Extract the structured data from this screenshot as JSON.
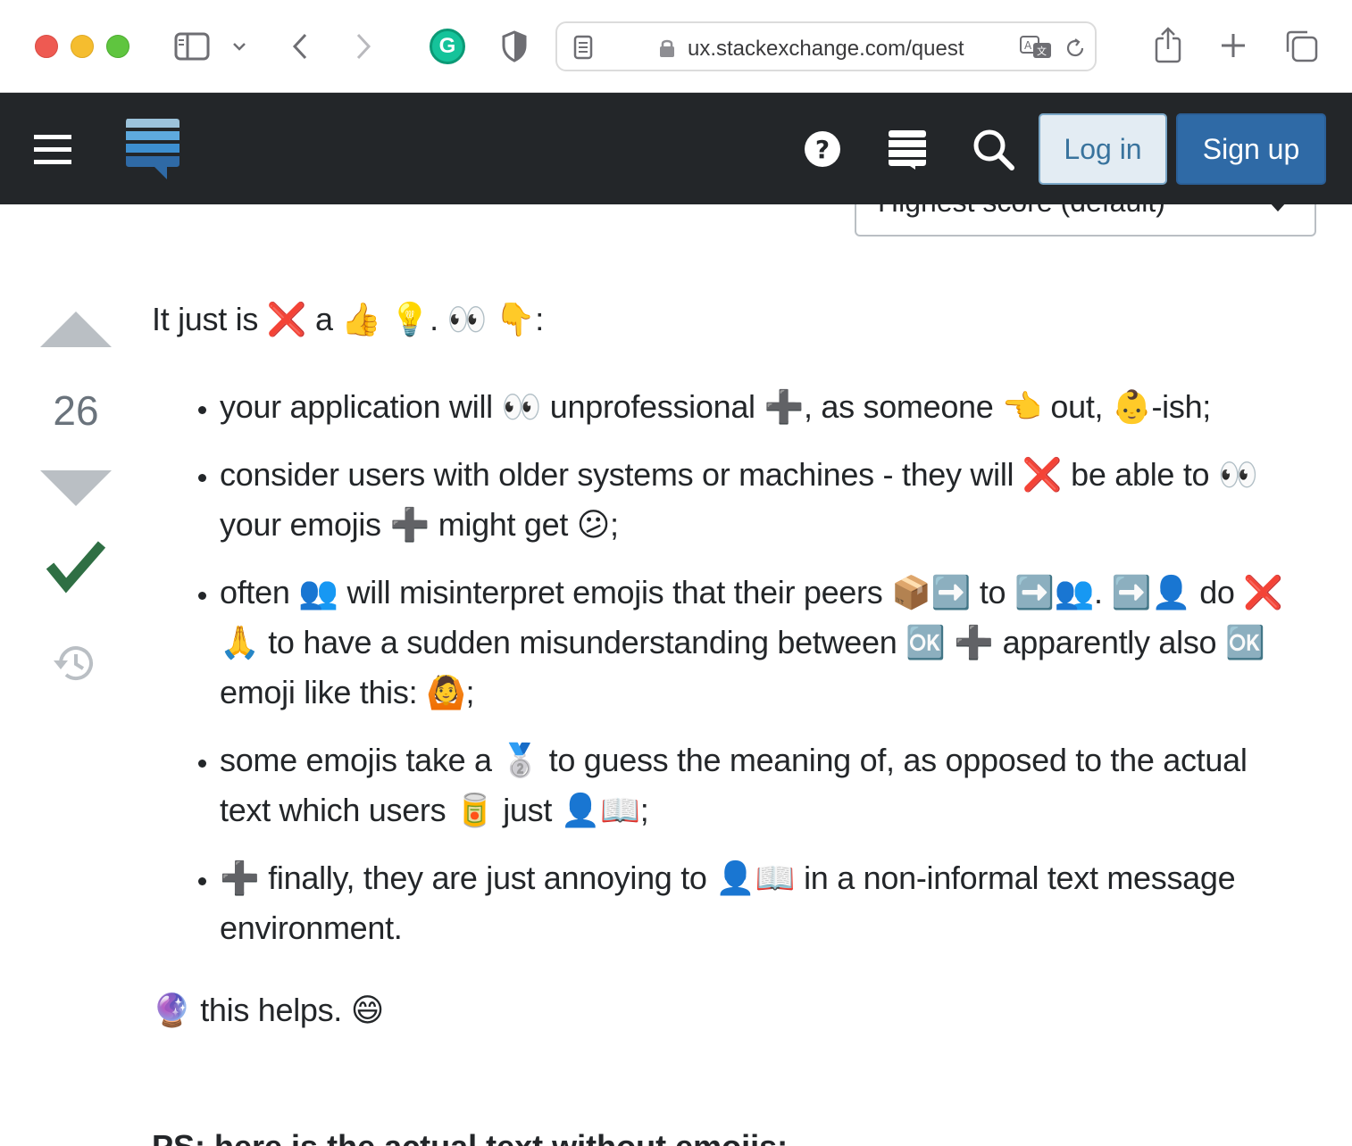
{
  "browser": {
    "url": "ux.stackexchange.com/quest",
    "colors": {
      "close": "#ee5a52",
      "minimize": "#f5bd2f",
      "zoom": "#5fc53f"
    },
    "icons": [
      "sidebar-icon",
      "chevron-down-icon",
      "back-icon",
      "forward-icon",
      "grammarly-icon",
      "shield-icon",
      "reader-icon",
      "lock-icon",
      "translate-icon",
      "reload-icon",
      "share-icon",
      "new-tab-icon",
      "tabs-overview-icon"
    ],
    "grammarly_letter": "G"
  },
  "site_header": {
    "login_label": "Log in",
    "signup_label": "Sign up",
    "colors": {
      "bar": "#232629",
      "login_bg": "#e3ecf3",
      "signup_bg": "#2f6aa6"
    },
    "icons": [
      "hamburger-icon",
      "stack-exchange-logo",
      "help-icon",
      "sites-icon",
      "search-icon"
    ]
  },
  "sort": {
    "selected": "Highest score (default)"
  },
  "vote": {
    "score": "26",
    "accepted": true,
    "accepted_color": "#2f6f44"
  },
  "answer": {
    "intro": "It just is ❌ a 👍 💡. 👀 👇:",
    "bullets": [
      "your application will 👀 unprofessional ➕, as someone 👈 out, 👶-ish;",
      "consider users with older systems or machines - they will ❌ be able to 👀 your emojis ➕ might get 😕;",
      "often 👥 will misinterpret emojis that their peers 📦➡️ to ➡️👥. ➡️👤 do ❌ 🙏 to have a sudden misunderstanding between 🆗 ➕ apparently also 🆗 emoji like this: 🙆;",
      "some emojis take a 🥈 to guess the meaning of, as opposed to the actual text which users 🥫 just 👤📖;",
      "➕ finally, they are just annoying to 👤📖 in a non-informal text message environment."
    ],
    "closing": "🔮 this helps. 😄",
    "ps": "PS: here is the actual text without emojis:"
  }
}
